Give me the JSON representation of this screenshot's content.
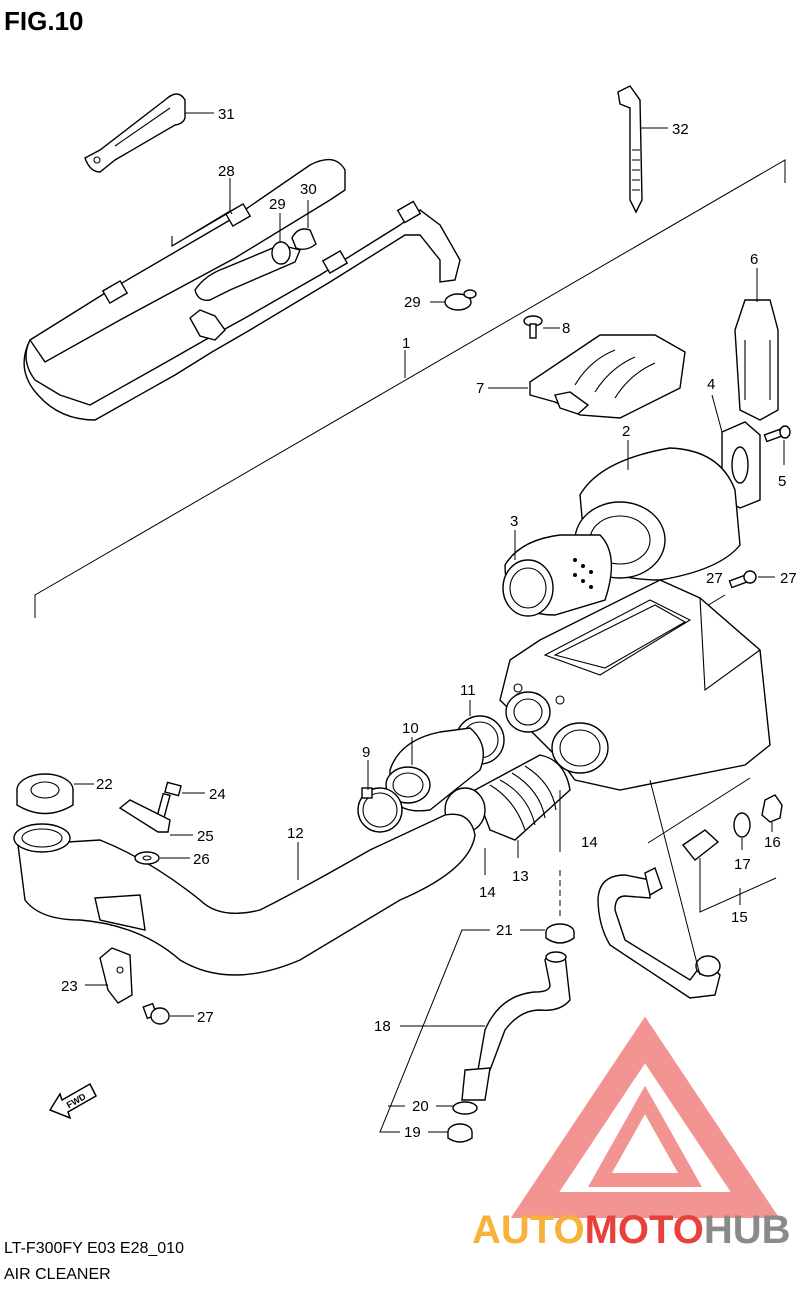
{
  "figure": {
    "title": "FIG.10",
    "code": "LT-F300FY E03 E28_010",
    "caption": "AIR CLEANER"
  },
  "callouts": [
    "1",
    "2",
    "3",
    "4",
    "5",
    "6",
    "7",
    "8",
    "9",
    "10",
    "11",
    "12",
    "13",
    "14",
    "14",
    "15",
    "16",
    "17",
    "18",
    "19",
    "20",
    "21",
    "22",
    "23",
    "24",
    "25",
    "26",
    "27",
    "27",
    "27",
    "28",
    "29",
    "29",
    "30",
    "31",
    "32"
  ],
  "direction_arrow": {
    "label": "FWD"
  },
  "watermark": {
    "part1": "AUTO",
    "part2": "MOTO",
    "part3": "HUB",
    "color1": "#f6b23a",
    "color2": "#e8403a",
    "color3": "#8a8a8a"
  }
}
